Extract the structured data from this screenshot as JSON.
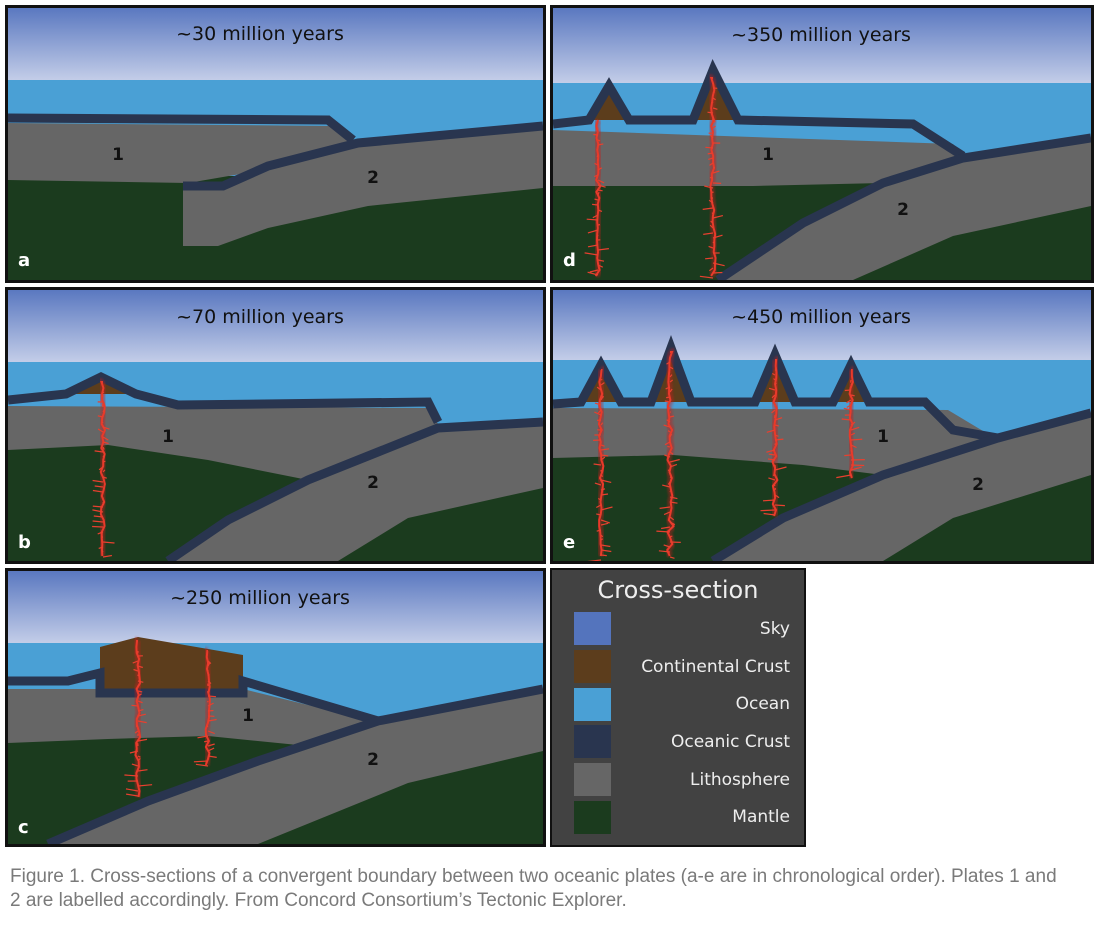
{
  "colors": {
    "sky": "#5474bd",
    "continental_crust": "#5c3d1c",
    "ocean": "#4aa0d5",
    "oceanic_crust": "#29354f",
    "lithosphere": "#666666",
    "mantle": "#1b3b1e"
  },
  "panels": {
    "a": {
      "title": "~30 million years",
      "letter": "a",
      "plate1": "1",
      "plate2": "2"
    },
    "b": {
      "title": "~70 million years",
      "letter": "b",
      "plate1": "1",
      "plate2": "2"
    },
    "c": {
      "title": "~250 million years",
      "letter": "c",
      "plate1": "1",
      "plate2": "2"
    },
    "d": {
      "title": "~350 million years",
      "letter": "d",
      "plate1": "1",
      "plate2": "2"
    },
    "e": {
      "title": "~450 million years",
      "letter": "e",
      "plate1": "1",
      "plate2": "2"
    }
  },
  "legend": {
    "title": "Cross-section",
    "items": [
      {
        "label": "Sky",
        "color": "#5474bd"
      },
      {
        "label": "Continental Crust",
        "color": "#5c3d1c"
      },
      {
        "label": "Ocean",
        "color": "#4aa0d5"
      },
      {
        "label": "Oceanic Crust",
        "color": "#29354f"
      },
      {
        "label": "Lithosphere",
        "color": "#666666"
      },
      {
        "label": "Mantle",
        "color": "#1b3b1e"
      }
    ]
  },
  "caption": "Figure 1. Cross-sections of a convergent boundary between two oceanic plates (a-e are in chronological order). Plates 1 and 2 are labelled accordingly. From Concord Consortium’s Tectonic Explorer."
}
